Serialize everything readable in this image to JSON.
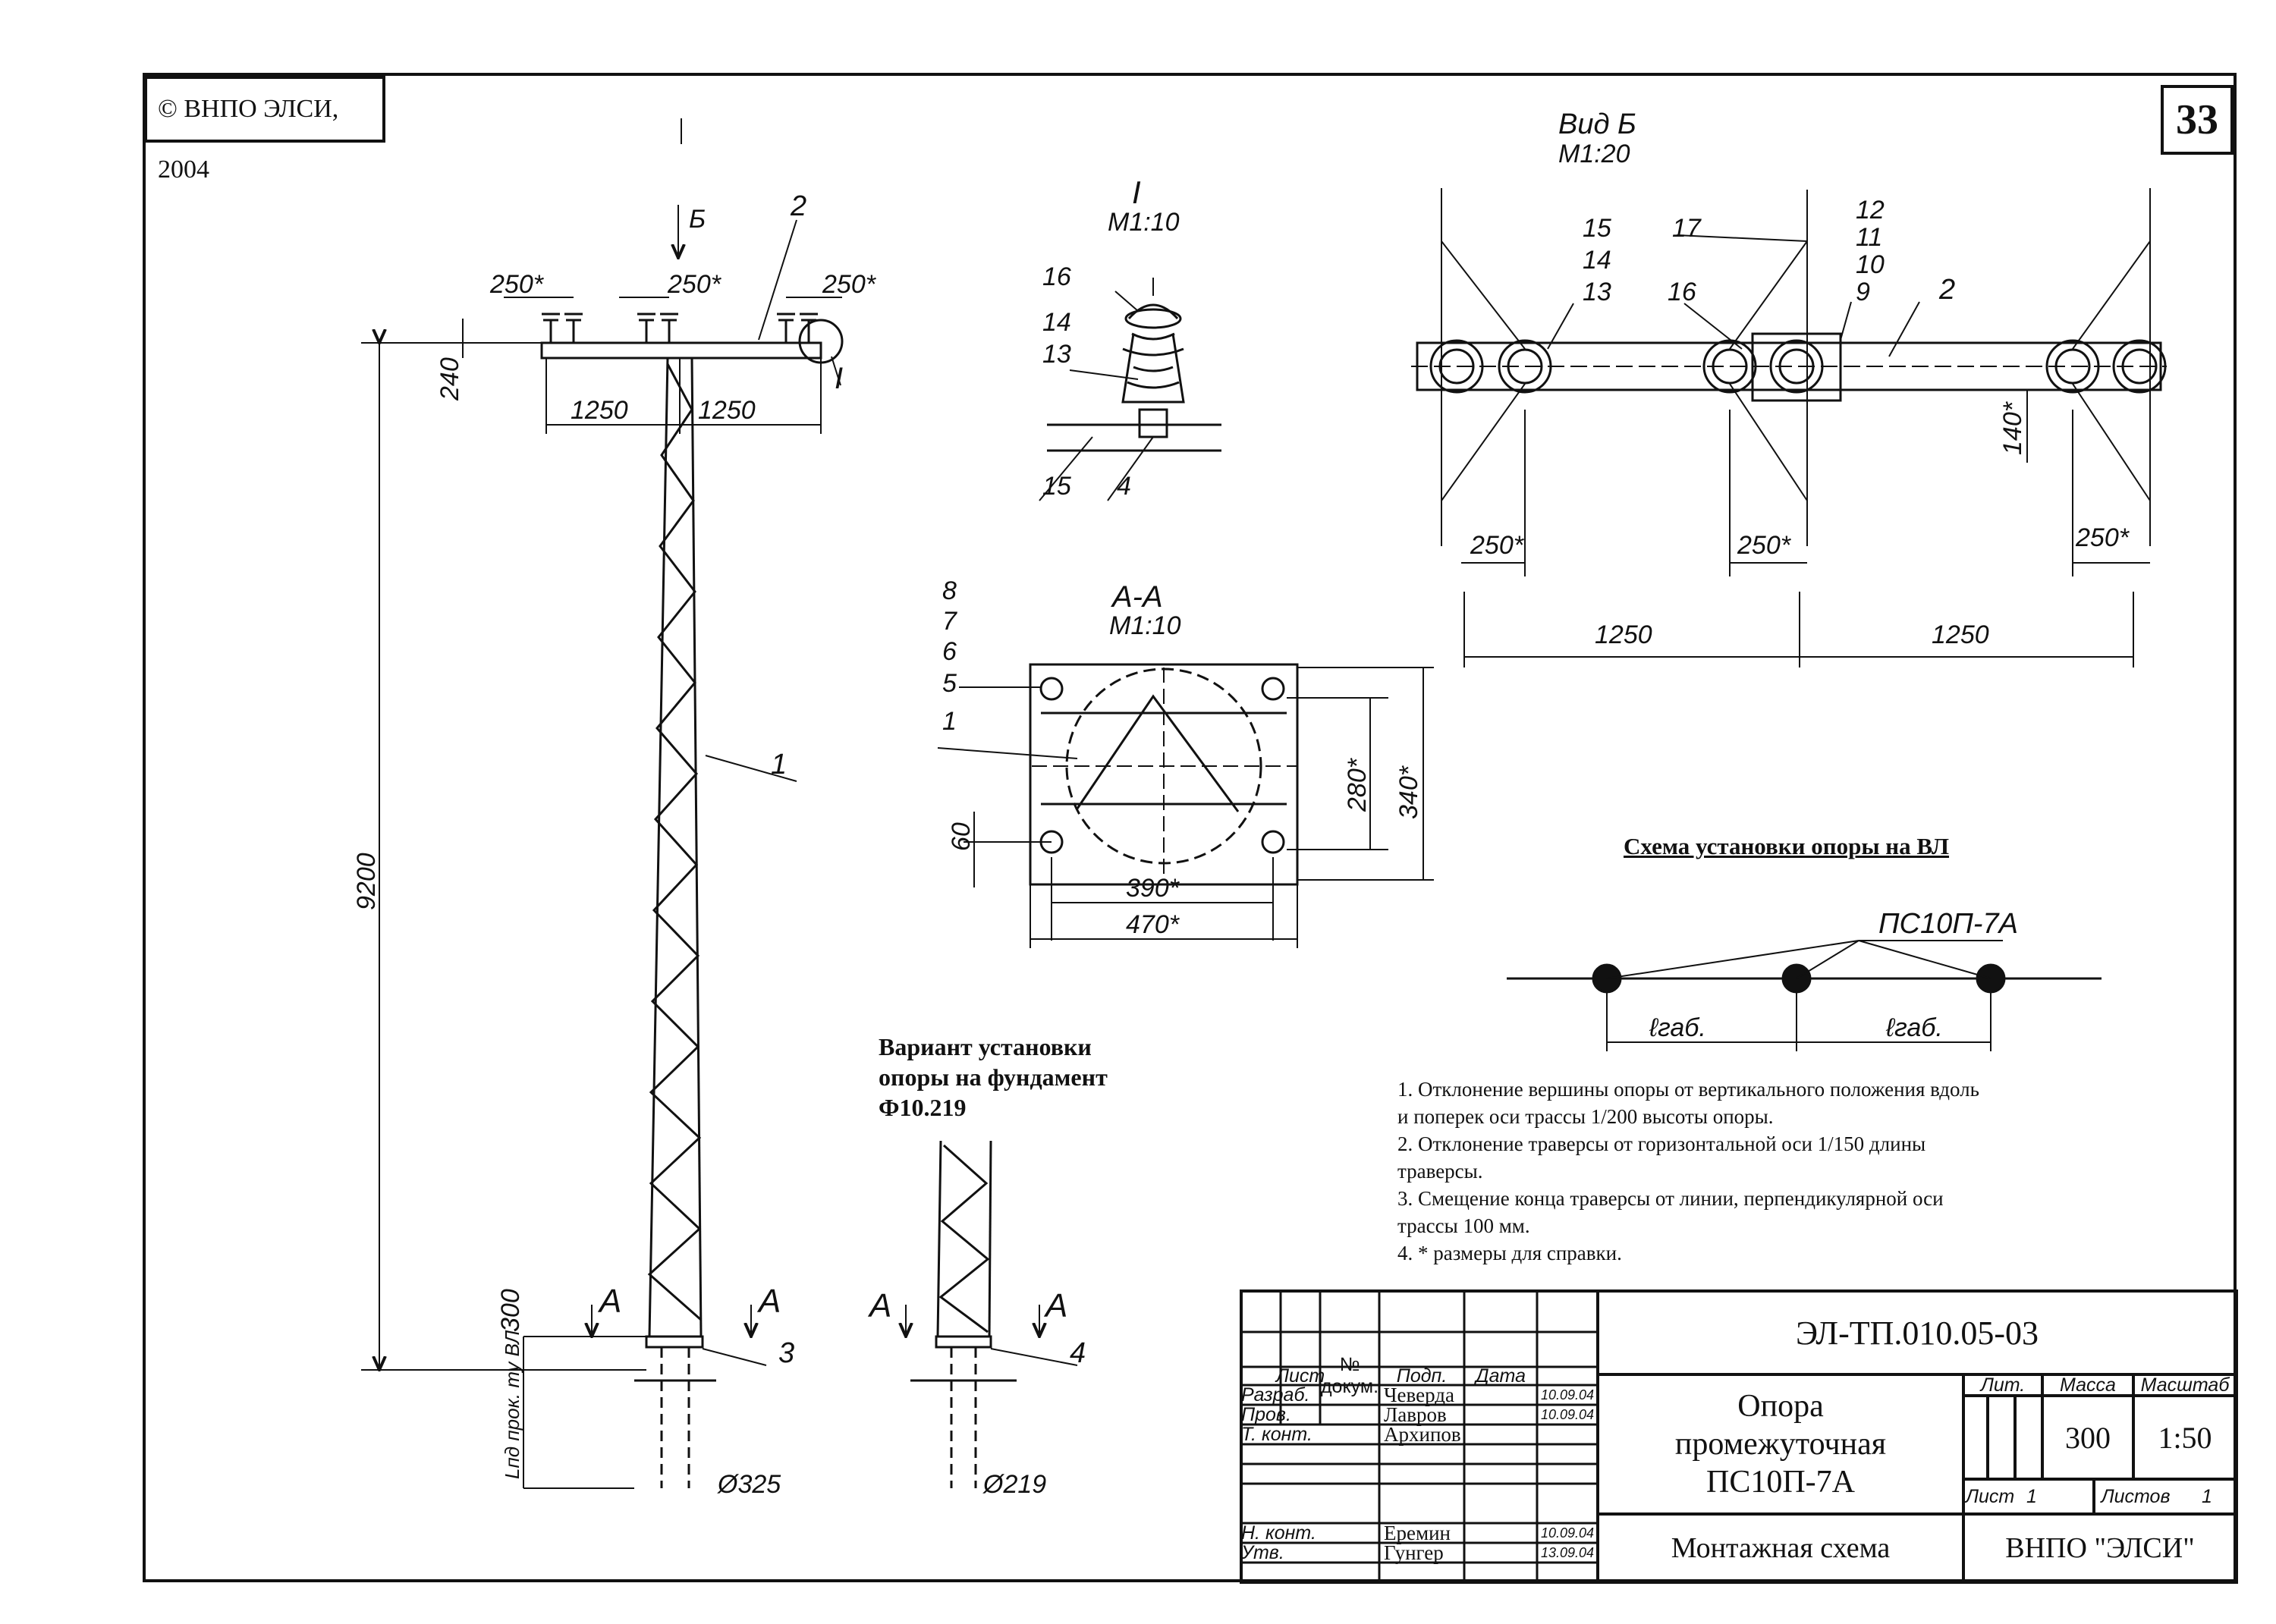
{
  "copyright": "© ВНПО ЭЛСИ, 2004",
  "sheet_number": "33",
  "main_view": {
    "section_mark_top": "Б",
    "dim_250_left": "250*",
    "dim_250_center": "250*",
    "dim_250_right": "250*",
    "dim_240": "240",
    "dim_1250_left": "1250",
    "dim_1250_right": "1250",
    "dim_9200": "9200",
    "dim_300": "300",
    "dim_embed": "Lпд прок. ту ВЛ",
    "diameter": "Ø325",
    "section_A_left": "А",
    "section_A_right": "А",
    "callout_1": "1",
    "callout_2": "2",
    "callout_3": "3",
    "callout_I": "I"
  },
  "detail_I": {
    "title": "I",
    "scale": "М1:10",
    "callouts": [
      "16",
      "14",
      "13",
      "15",
      "4"
    ]
  },
  "section_AA": {
    "title": "А-А",
    "scale": "М1:10",
    "callouts": [
      "8",
      "7",
      "6",
      "5",
      "1"
    ],
    "dim_280": "280*",
    "dim_340": "340*",
    "dim_60": "60",
    "dim_390": "390*",
    "dim_470": "470*"
  },
  "view_B": {
    "title": "Вид Б",
    "scale": "М1:20",
    "callouts_left": [
      "15",
      "14",
      "13"
    ],
    "callout_17": "17",
    "callout_16": "16",
    "callouts_right": [
      "12",
      "11",
      "10",
      "9"
    ],
    "callout_2": "2",
    "dim_250_left": "250*",
    "dim_250_center": "250*",
    "dim_250_right": "250*",
    "dim_140": "140*",
    "dim_1250_left": "1250",
    "dim_1250_right": "1250"
  },
  "variant": {
    "text_lines": [
      "Вариант установки",
      "опоры на фундамент",
      "Ф10.219"
    ],
    "section_A_left": "А",
    "section_A_right": "А",
    "callout_4": "4",
    "diameter": "Ø219"
  },
  "scheme": {
    "title": "Схема установки опоры на ВЛ",
    "label": "ПС10П-7А",
    "span_left": "ℓгаб.",
    "span_right": "ℓгаб."
  },
  "notes": [
    "1. Отклонение вершины опоры от вертикального положения вдоль",
    "и поперек оси трассы 1/200 высоты опоры.",
    "2. Отклонение траверсы от горизонтальной оси 1/150 длины",
    "траверсы.",
    "3. Смещение конца траверсы от линии, перпендикулярной оси",
    "трассы 100 мм.",
    "4. * размеры для справки."
  ],
  "title_block": {
    "doc_code": "ЭЛ-ТП.010.05-03",
    "title_line1": "Опора",
    "title_line2": "промежуточная",
    "title_line3": "ПС10П-7А",
    "subtitle": "Монтажная схема",
    "org": "ВНПО \"ЭЛСИ\"",
    "col_headers": {
      "izm": "Лист",
      "doc": "№ докум.",
      "sign": "Подп.",
      "date": "Дата"
    },
    "lit_label": "Лит.",
    "mass_label": "Масса",
    "scale_label": "Масштаб",
    "mass_value": "300",
    "scale_value": "1:50",
    "sheet_label": "Лист",
    "sheet_value": "1",
    "sheets_label": "Листов",
    "sheets_value": "1",
    "roles": [
      {
        "role": "Разраб.",
        "name": "Чеверда",
        "date": "10.09.04"
      },
      {
        "role": "Пров.",
        "name": "Лавров",
        "date": "10.09.04"
      },
      {
        "role": "Т. конт.",
        "name": "Архипов",
        "date": ""
      },
      {
        "role": "Н. конт.",
        "name": "Еремин",
        "date": "10.09.04"
      },
      {
        "role": "Утв.",
        "name": "Гунгер",
        "date": "13.09.04"
      }
    ]
  }
}
